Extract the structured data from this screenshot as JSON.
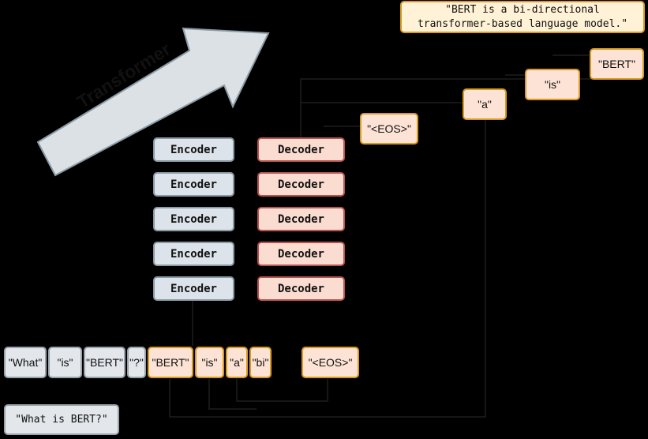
{
  "arrow": {
    "label": "Transformer"
  },
  "encoders": [
    "Encoder",
    "Encoder",
    "Encoder",
    "Encoder",
    "Encoder"
  ],
  "decoders": [
    "Decoder",
    "Decoder",
    "Decoder",
    "Decoder",
    "Decoder"
  ],
  "input_tokens": [
    "\"What\"",
    "\"is\"",
    "\"BERT\"",
    "\"?\""
  ],
  "output_tokens_bottom": [
    "\"BERT\"",
    "\"is\"",
    "\"a\"",
    "\"bi\"",
    "\"<EOS>\""
  ],
  "generated_tokens": [
    "\"<EOS>\"",
    "\"a\"",
    "\"is\"",
    "\"BERT\""
  ],
  "output_sentence": "\"BERT is a bi-directional\ntransformer-based language model.\"",
  "prompt": "\"What is BERT?\"",
  "colors": {
    "encoder_fill": "#dde3ea",
    "decoder_fill": "#fbdcd0",
    "decoder_border": "#b85450",
    "output_border": "#d79b1f",
    "arrow_fill": "#dce1e6"
  }
}
